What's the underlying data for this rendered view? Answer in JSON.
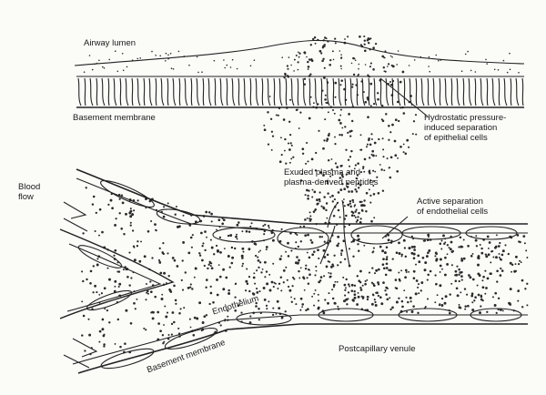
{
  "labels": {
    "airway_lumen": "Airway lumen",
    "basement_membrane_top": "Basement membrane",
    "hydrostatic": "Hydrostatic pressure-\ninduced separation\nof epithelial cells",
    "exuded": "Exuded plasma and\nplasma-derived peptides",
    "active_separation": "Active separation\nof endothelial cells",
    "blood_flow": "Blood\nflow",
    "endothelium": "Endothelium",
    "basement_membrane_bottom": "Basement membrane",
    "postcapillary": "Postcapillary venule"
  },
  "colors": {
    "ink": "#222222",
    "paper": "#fbfbf8"
  }
}
